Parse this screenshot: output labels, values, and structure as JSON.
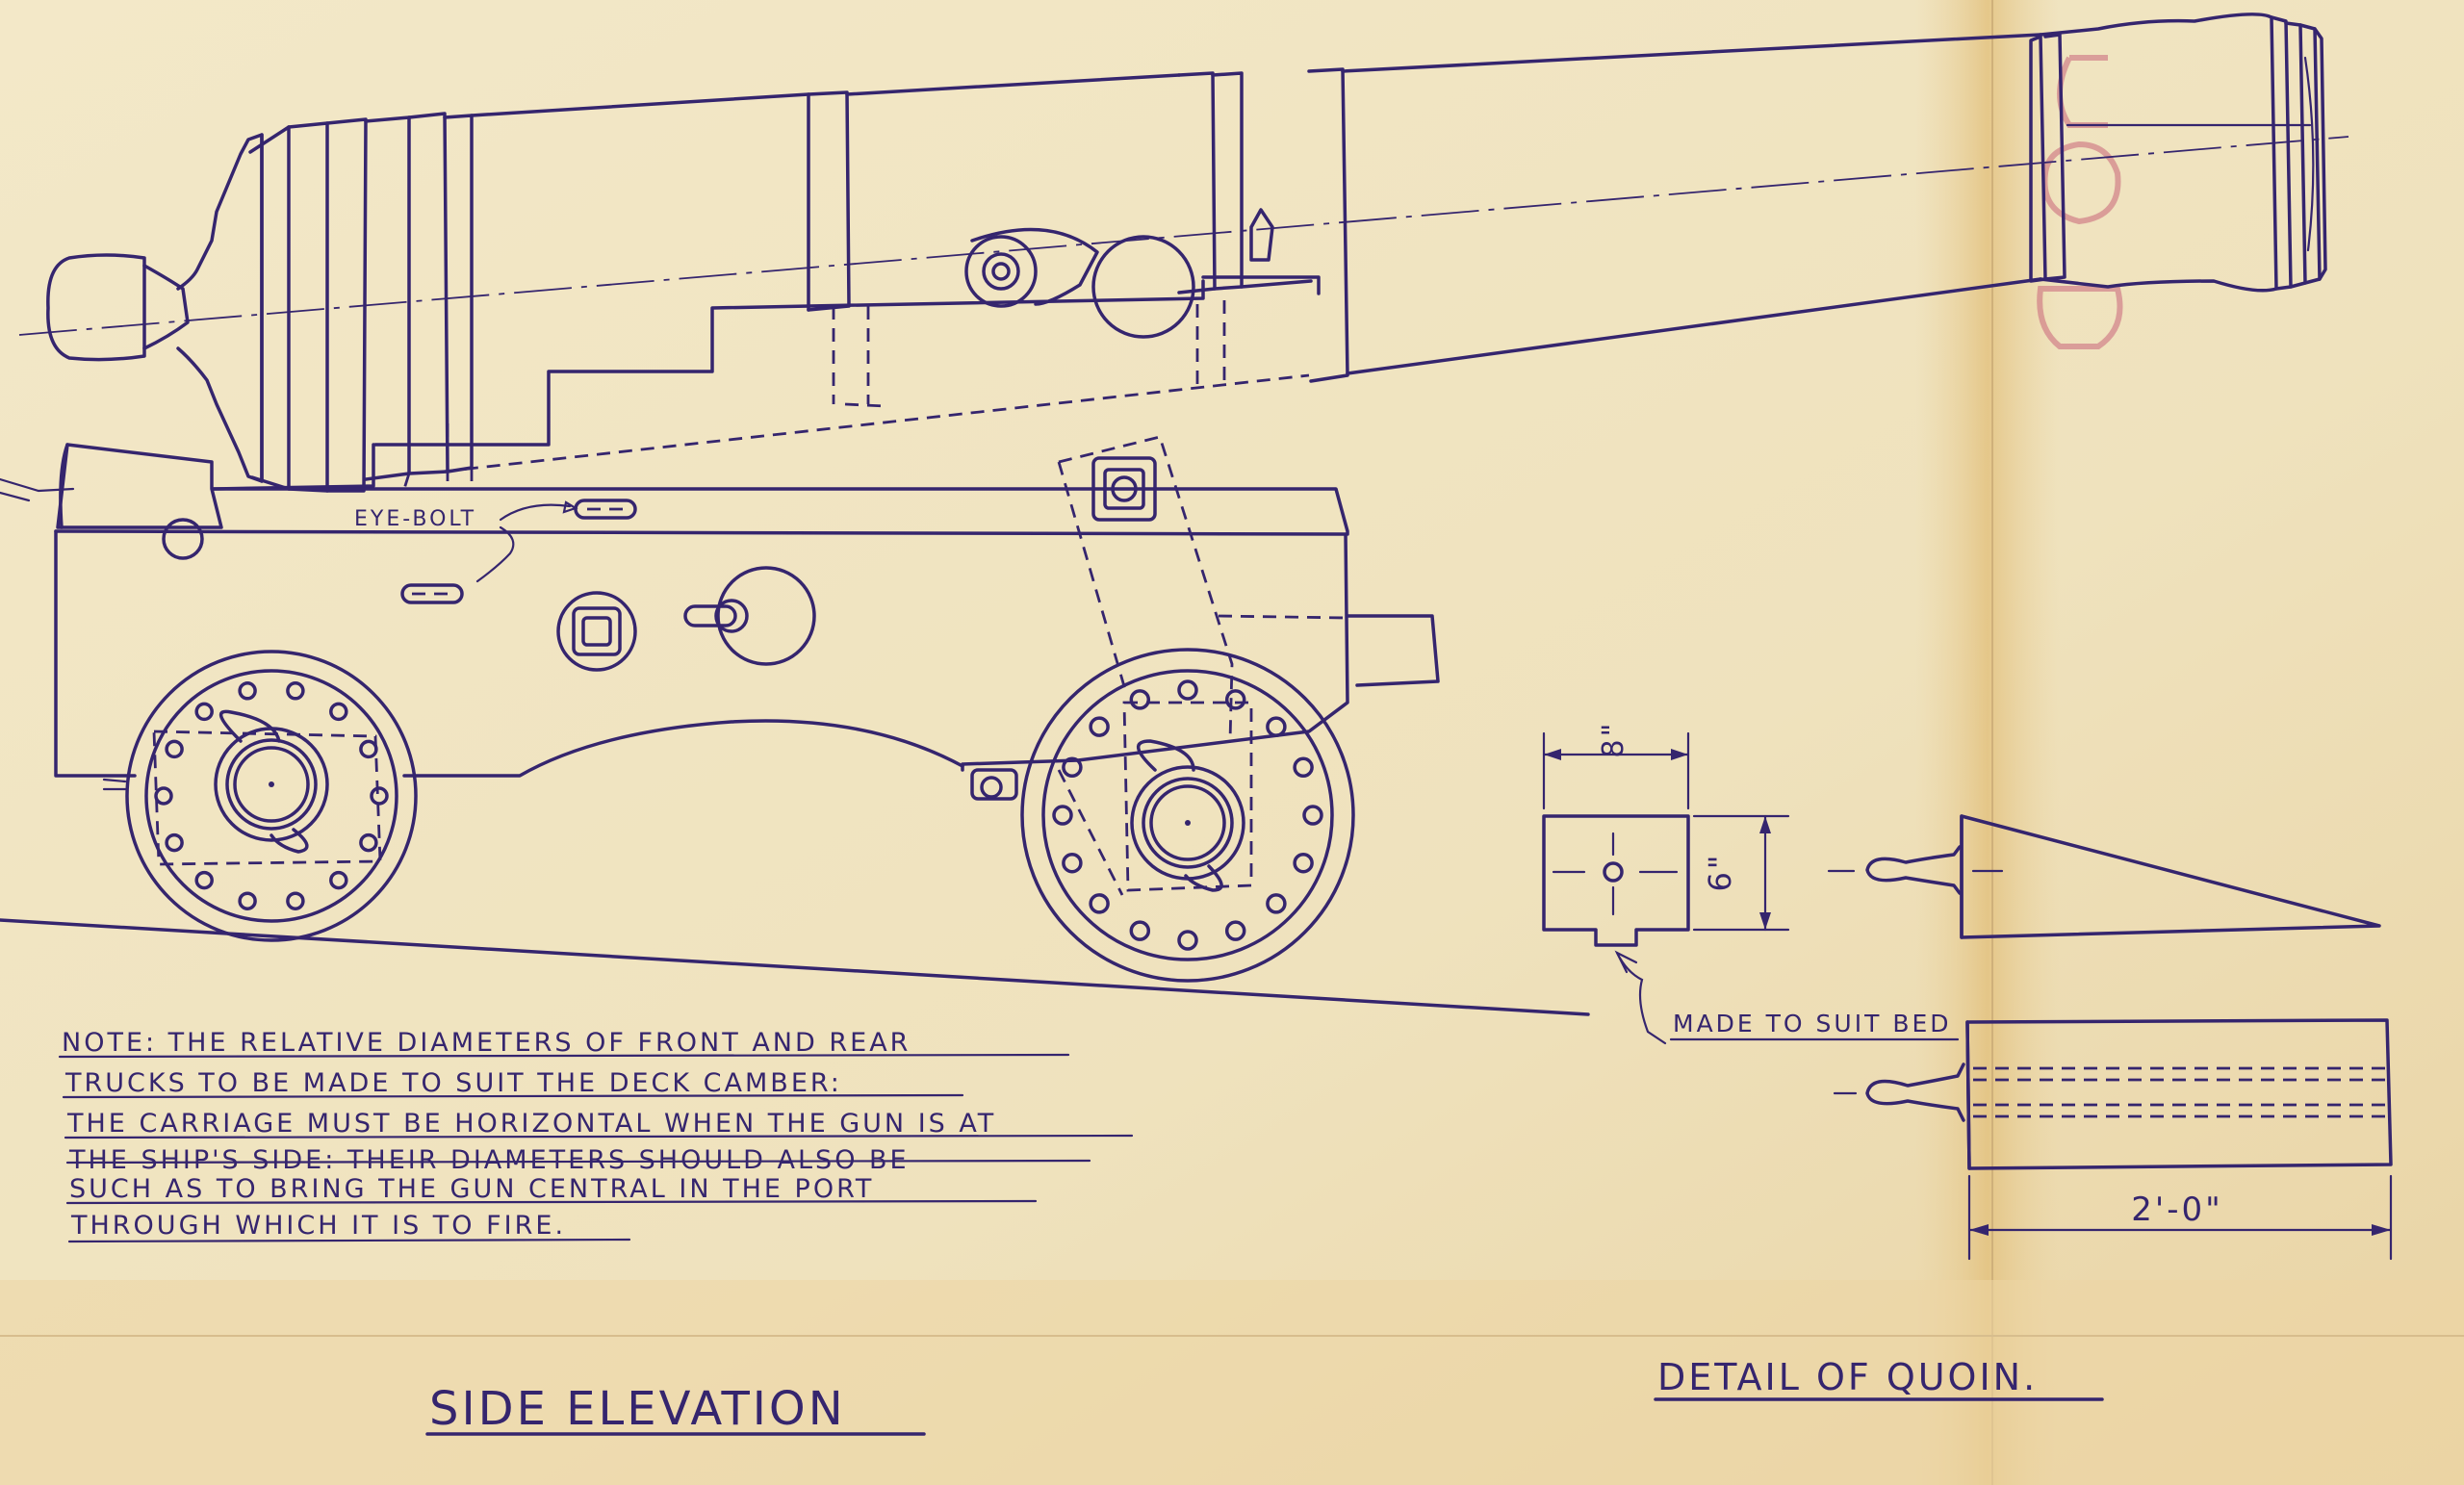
{
  "labels": {
    "eye_bolt": "EYE-BOLT",
    "dim_width": "8\"",
    "dim_height": "6\"",
    "made_to_suit": "MADE TO SUIT BED",
    "dim_length": "2'-0\"",
    "side_title": "SIDE ELEVATION",
    "detail_title": "DETAIL OF QUOIN."
  },
  "note": {
    "lines": [
      "NOTE: THE RELATIVE DIAMETERS OF FRONT AND REAR",
      "TRUCKS TO BE MADE TO SUIT THE DECK CAMBER:",
      "THE CARRIAGE MUST BE HORIZONTAL WHEN THE GUN IS AT",
      "THE SHIP'S SIDE: THEIR DIAMETERS SHOULD ALSO BE",
      "SUCH AS TO BRING THE GUN CENTRAL IN THE PORT",
      "THROUGH WHICH IT IS TO FIRE."
    ]
  },
  "colors": {
    "paper": "#efe3c2",
    "ink": "#35256e",
    "stamp": "#c9657a"
  }
}
